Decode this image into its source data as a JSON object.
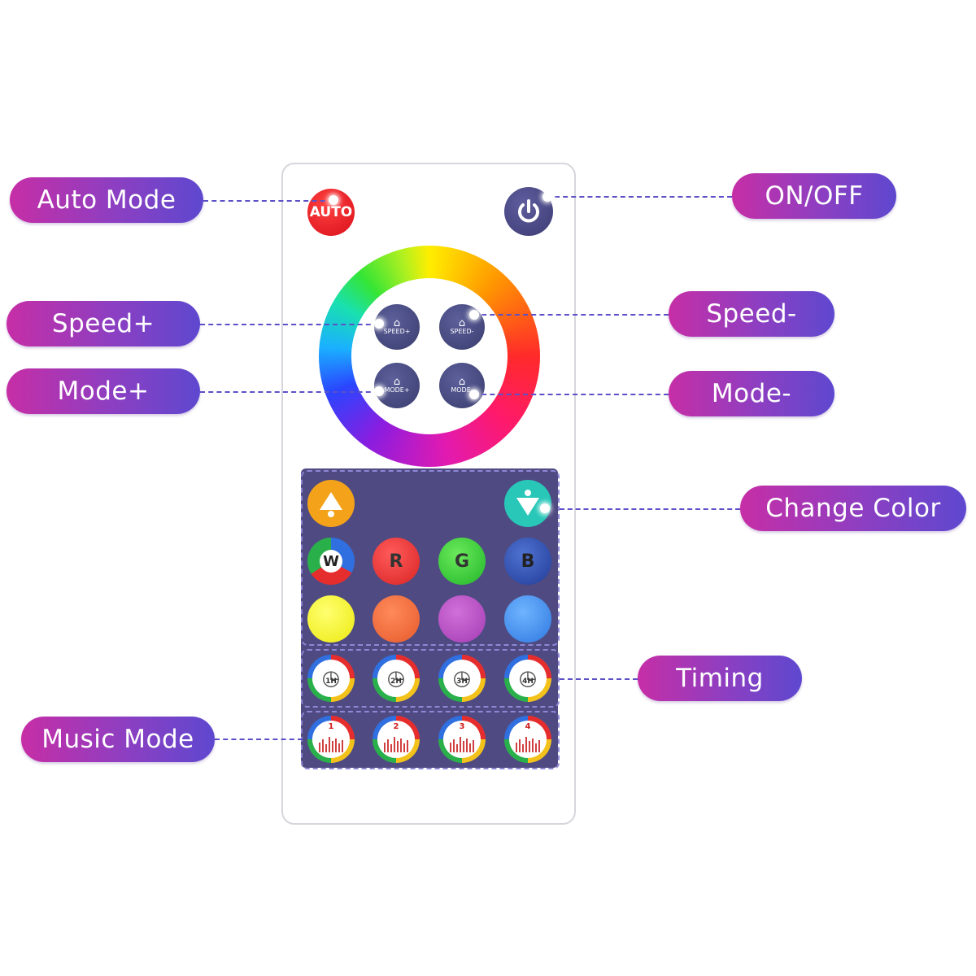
{
  "labels": {
    "auto_mode": "Auto Mode",
    "on_off": "ON/OFF",
    "speed_plus": "Speed+",
    "speed_minus": "Speed-",
    "mode_plus": "Mode+",
    "mode_minus": "Mode-",
    "change_color": "Change Color",
    "timing": "Timing",
    "music_mode": "Music Mode"
  },
  "remote": {
    "auto_button": "AUTO",
    "power_icon": "power-icon",
    "speed_plus_button": "SPEED+",
    "speed_minus_button": "SPEED-",
    "mode_plus_button": "MODE+",
    "mode_minus_button": "MODE-",
    "color_buttons": {
      "white": "W",
      "red": "R",
      "green": "G",
      "blue": "B"
    },
    "timer_buttons": [
      "1H",
      "2H",
      "3H",
      "4H"
    ],
    "music_buttons": [
      "1",
      "2",
      "3",
      "4"
    ]
  },
  "colors": {
    "pill_start": "#c62ea6",
    "pill_end": "#5e48cf",
    "leader": "#5b50c7",
    "panel": "#4f4b82",
    "auto": "#e8191f",
    "power": "#4b4a86",
    "yellow": "#f3f030",
    "orange": "#ee6a3a",
    "purple": "#b44bc0",
    "light_blue": "#3e8ee8"
  }
}
